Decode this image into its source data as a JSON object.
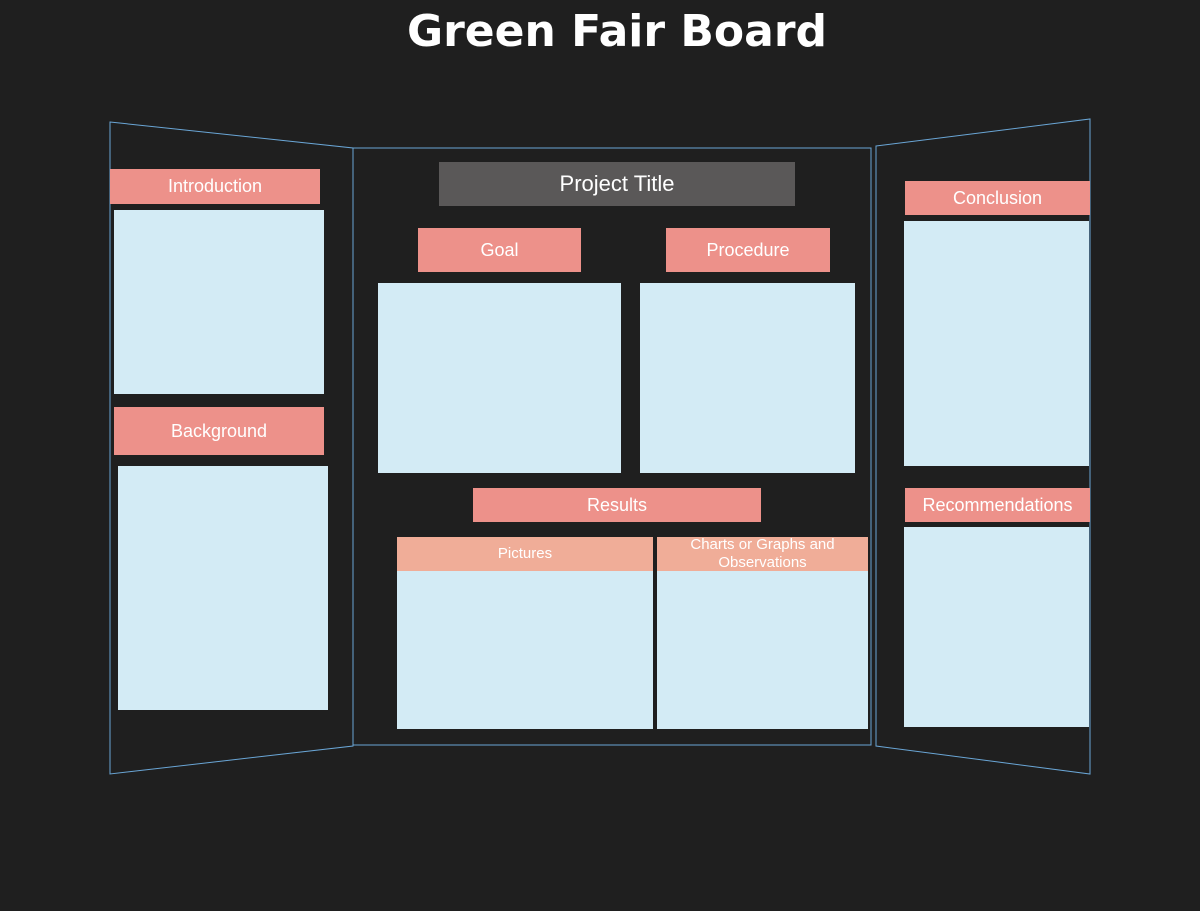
{
  "title": "Green Fair Board",
  "colors": {
    "background": "#1f1f1f",
    "panel_outline": "#6aa6d6",
    "section_header": "#ed918a",
    "sub_header": "#f0ad98",
    "content_box": "#d3ebf5",
    "title_box": "#5a5858",
    "text": "#ffffff"
  },
  "left_panel": {
    "introduction": "Introduction",
    "background": "Background"
  },
  "center_panel": {
    "project_title": "Project Title",
    "goal": "Goal",
    "procedure": "Procedure",
    "results": "Results",
    "pictures": "Pictures",
    "charts": "Charts or Graphs and Observations"
  },
  "right_panel": {
    "conclusion": "Conclusion",
    "recommendations": "Recommendations"
  }
}
